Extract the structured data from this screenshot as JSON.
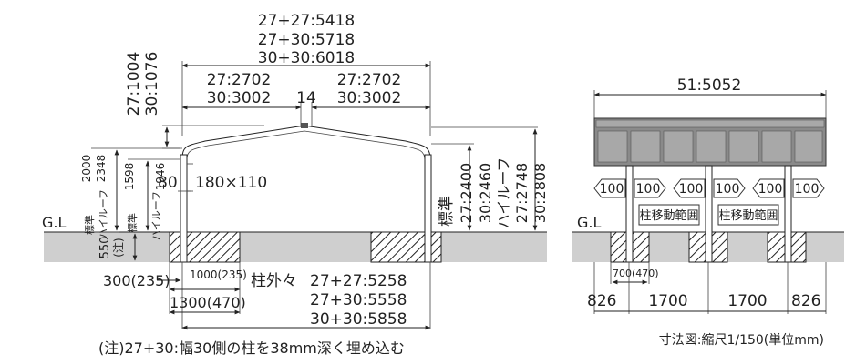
{
  "front": {
    "top_dims": [
      "27+27:5418",
      "27+30:5718",
      "30+30:6018"
    ],
    "half_left": [
      "27:2702",
      "30:3002"
    ],
    "half_right": [
      "27:2702",
      "30:3002"
    ],
    "ridge": "14",
    "height_total": [
      "27:1004",
      "30:1076"
    ],
    "post_height_std": "2000",
    "post_height_high": "2348",
    "eave_std": "1598",
    "eave_high": "1946",
    "std_label": "標準",
    "high_label": "ハイルーフ",
    "beam_80": "80",
    "beam_size": "180×110",
    "gl": "G.L",
    "depth": "550",
    "note_mark": "(注)",
    "right_std": "標準",
    "right_std_vals": [
      "27:2400",
      "30:2460"
    ],
    "right_high": "ハイルーフ",
    "right_high_vals": [
      "27:2748",
      "30:2808"
    ],
    "bottom_300": "300(235)",
    "bottom_1000": "1000(235)",
    "bottom_1300": "1300(470)",
    "outer_label": "柱外々",
    "outer_vals": [
      "27+27:5258",
      "27+30:5558",
      "30+30:5858"
    ],
    "note": "(注)27+30:幅30側の柱を38mm深く埋め込む"
  },
  "side": {
    "top_dim": "51:5052",
    "arrow_label": "100",
    "move_range": "柱移動範囲",
    "gl": "G.L",
    "footing_700": "700(470)",
    "bottom_dims": [
      "826",
      "1700",
      "1700",
      "826"
    ],
    "scale_note": "寸法図:縮尺1/150(単位mm)"
  }
}
